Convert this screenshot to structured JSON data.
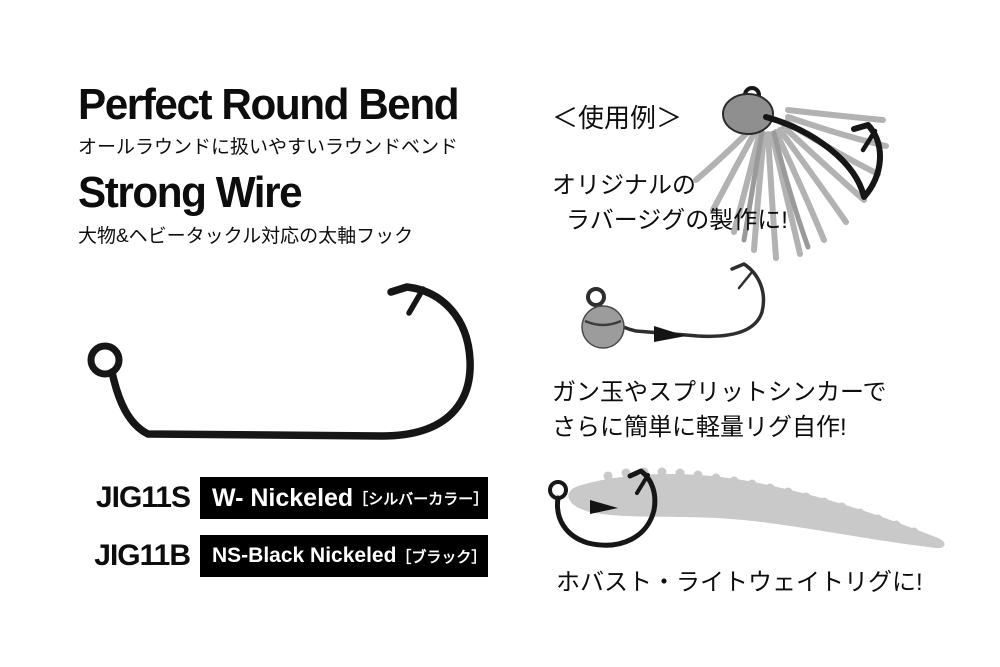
{
  "left": {
    "feature1_title": "Perfect Round Bend",
    "feature1_sub": "オールラウンドに扱いやすいラウンドベンド",
    "feature2_title": "Strong Wire",
    "feature2_sub": "大物&ヘビータックル対応の太軸フック",
    "products": [
      {
        "code": "JIG11S",
        "finish": "W- Nickeled",
        "color": "［シルバーカラー］"
      },
      {
        "code": "JIG11B",
        "finish": "NS-Black Nickeled",
        "color": "［ブラック］"
      }
    ]
  },
  "right": {
    "section_title": "＜使用例＞",
    "examples": [
      {
        "line1": "オリジナルの",
        "line2": "ラバージグの製作に!",
        "illustration": "rubber-jig"
      },
      {
        "line1": "ガン玉やスプリットシンカーで",
        "line2": "さらに簡単に軽量リグ自作!",
        "illustration": "split-shot-rig"
      },
      {
        "line1": "ホバスト・ライトウェイトリグに!",
        "line2": "",
        "illustration": "hover-light-rig"
      }
    ]
  },
  "colors": {
    "ink": "#161616",
    "skirt_gray": "#b2b2b2",
    "worm_gray": "#c9c9c9",
    "sinker_gray": "#9c9c9c"
  }
}
